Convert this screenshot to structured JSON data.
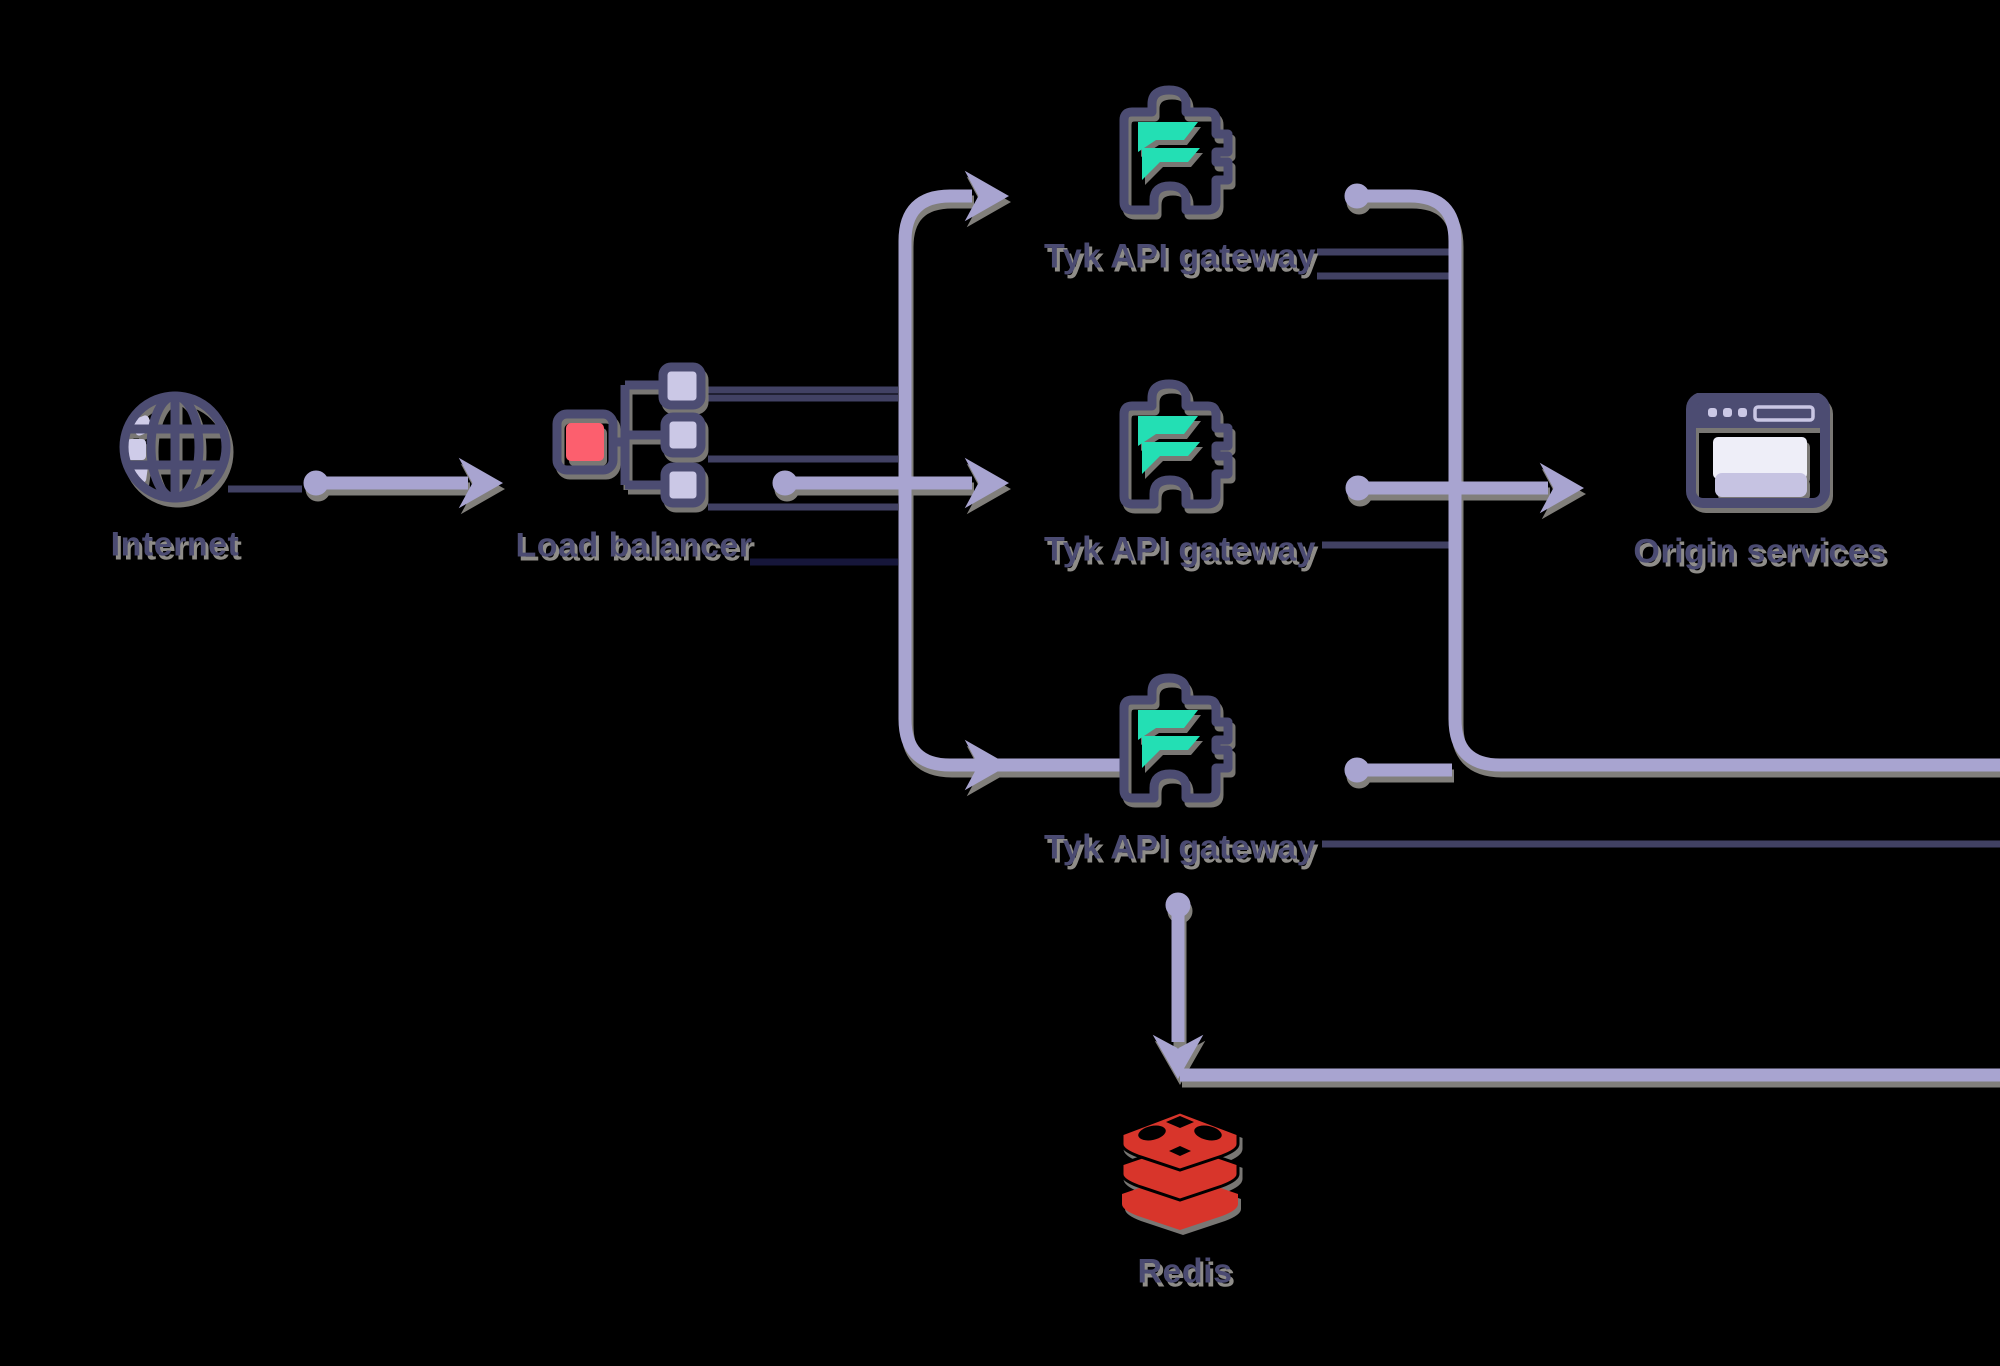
{
  "diagram": {
    "background": "#000000",
    "nodes": {
      "internet": {
        "label": "Internet",
        "icon": "globe-icon"
      },
      "load_balancer": {
        "label": "Load balancer",
        "icon": "load-balancer-icon"
      },
      "gateway_top": {
        "label": "Tyk API gateway",
        "icon": "puzzle-piece-icon"
      },
      "gateway_middle": {
        "label": "Tyk API gateway",
        "icon": "puzzle-piece-icon"
      },
      "gateway_bottom": {
        "label": "Tyk API gateway",
        "icon": "puzzle-piece-icon"
      },
      "origin_services": {
        "label": "Origin services",
        "icon": "browser-window-icon"
      },
      "redis": {
        "label": "Redis",
        "icon": "redis-database-icon"
      }
    },
    "edges": [
      {
        "from": "internet",
        "to": "load_balancer",
        "type": "arrow"
      },
      {
        "from": "load_balancer",
        "to": "gateway_top",
        "type": "arrow"
      },
      {
        "from": "load_balancer",
        "to": "gateway_middle",
        "type": "arrow"
      },
      {
        "from": "load_balancer",
        "to": "gateway_bottom",
        "type": "arrow"
      },
      {
        "from": "gateway_top",
        "to": "origin_services",
        "type": "arrow"
      },
      {
        "from": "gateway_middle",
        "to": "origin_services",
        "type": "arrow"
      },
      {
        "from": "gateway_bottom",
        "to": "origin_services",
        "type": "arrow"
      },
      {
        "from": "gateway_bottom",
        "to": "redis",
        "type": "arrow"
      }
    ],
    "colors": {
      "connector": "#a8a4d0",
      "connector_shadow": "#8f8d89",
      "dark_line": "#414163",
      "outline": "#4c4c72",
      "label_text": "#4b4b72",
      "accent_teal": "#23dfb4",
      "accent_red": "#fc5f6e",
      "redis_red": "#d8352b",
      "fill_light": "#cbc8e6",
      "fill_white": "#eeeef8"
    }
  }
}
